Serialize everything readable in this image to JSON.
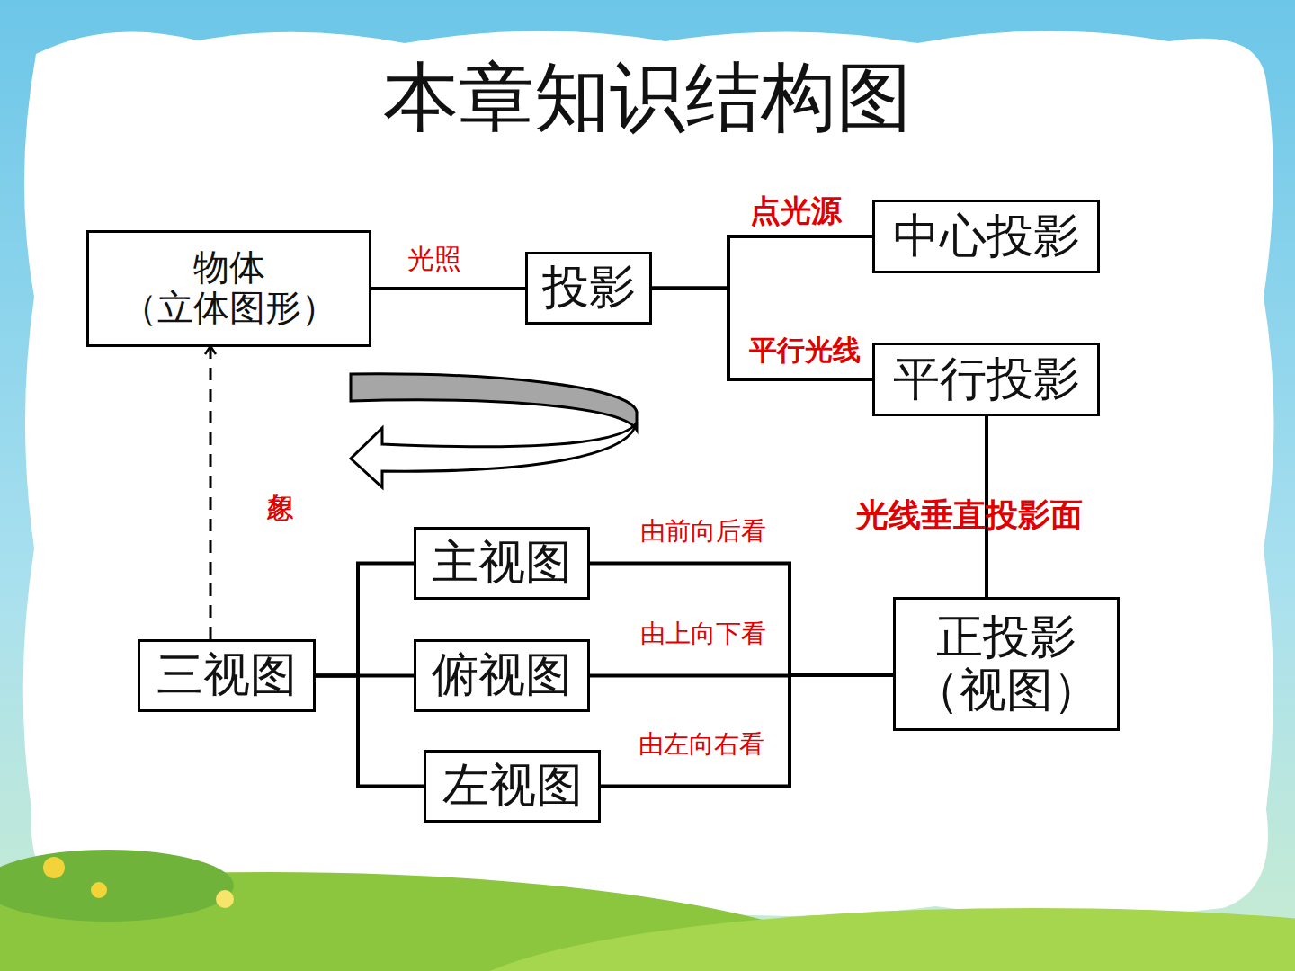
{
  "diagram": {
    "title": "本章知识结构图",
    "nodes": [
      {
        "text": [
          "物体",
          "（立体图形）"
        ]
      },
      {
        "text": [
          "投影"
        ]
      },
      {
        "text": [
          "中心投影"
        ]
      },
      {
        "text": [
          "平行投影"
        ]
      },
      {
        "text": [
          "主视图"
        ]
      },
      {
        "text": [
          "三视图"
        ]
      },
      {
        "text": [
          "俯视图"
        ]
      },
      {
        "text": [
          "正投影",
          "（视图）"
        ]
      },
      {
        "text": [
          "左视图"
        ]
      }
    ],
    "edges": [
      {
        "from": 0,
        "to": 1,
        "label": "光照",
        "arrow": "none"
      },
      {
        "from": 1,
        "to": 2,
        "label": "点光源",
        "arrow": "none"
      },
      {
        "from": 1,
        "to": 3,
        "label": "平行光线",
        "arrow": "none"
      },
      {
        "from": 3,
        "to": 7,
        "label": "光线垂直投影面",
        "arrow": "none"
      },
      {
        "from": 4,
        "to": 7,
        "label": "由前向后看",
        "arrow": "none"
      },
      {
        "from": 6,
        "to": 7,
        "label": "由上向下看",
        "arrow": "none"
      },
      {
        "from": 8,
        "to": 7,
        "label": "由左向右看",
        "arrow": "none"
      },
      {
        "from": 5,
        "to": 4,
        "arrow": "none"
      },
      {
        "from": 5,
        "to": 6,
        "arrow": "none"
      },
      {
        "from": 5,
        "to": 8,
        "arrow": "none"
      },
      {
        "from": 5,
        "to": 0,
        "label": "想象",
        "arrow": "to"
      }
    ]
  }
}
